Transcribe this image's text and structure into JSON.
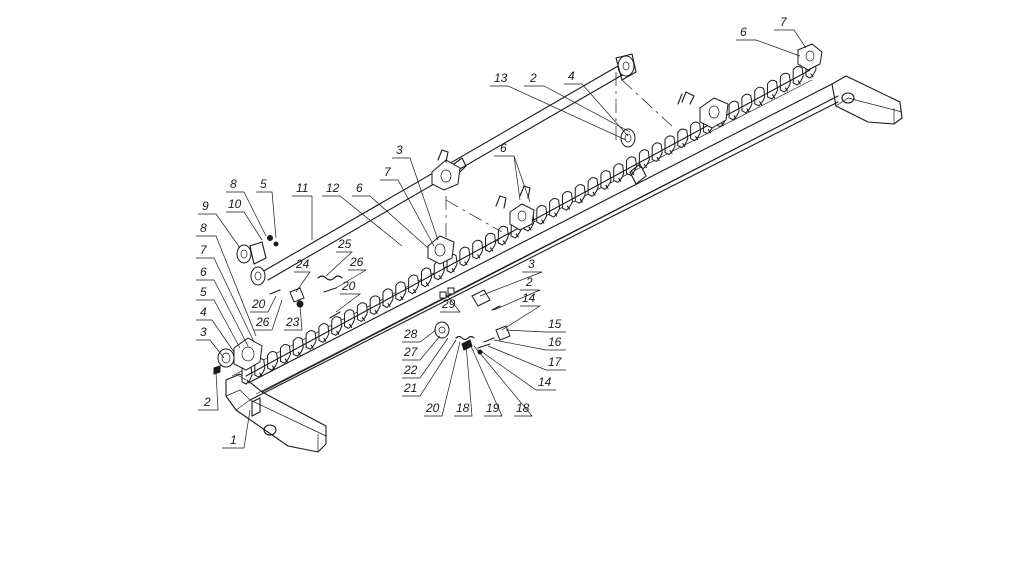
{
  "diagram": {
    "callouts": [
      {
        "id": "c1",
        "text": "1"
      },
      {
        "id": "c2a",
        "text": "2"
      },
      {
        "id": "c3a",
        "text": "3"
      },
      {
        "id": "c4a",
        "text": "4"
      },
      {
        "id": "c5a",
        "text": "5"
      },
      {
        "id": "c6a",
        "text": "6"
      },
      {
        "id": "c7a",
        "text": "7"
      },
      {
        "id": "c8a",
        "text": "8"
      },
      {
        "id": "c9",
        "text": "9"
      },
      {
        "id": "c10",
        "text": "10"
      },
      {
        "id": "c8b",
        "text": "8"
      },
      {
        "id": "c5b",
        "text": "5"
      },
      {
        "id": "c11",
        "text": "11"
      },
      {
        "id": "c12",
        "text": "12"
      },
      {
        "id": "c6b",
        "text": "6"
      },
      {
        "id": "c7b",
        "text": "7"
      },
      {
        "id": "c3b",
        "text": "3"
      },
      {
        "id": "c13",
        "text": "13"
      },
      {
        "id": "c2b",
        "text": "2"
      },
      {
        "id": "c4b",
        "text": "4"
      },
      {
        "id": "c6c",
        "text": "6"
      },
      {
        "id": "c7c",
        "text": "7"
      },
      {
        "id": "c6d",
        "text": "6"
      },
      {
        "id": "c25",
        "text": "25"
      },
      {
        "id": "c24",
        "text": "24"
      },
      {
        "id": "c26a",
        "text": "26"
      },
      {
        "id": "c20a",
        "text": "20"
      },
      {
        "id": "c20b",
        "text": "20"
      },
      {
        "id": "c26b",
        "text": "26"
      },
      {
        "id": "c23",
        "text": "23"
      },
      {
        "id": "c3c",
        "text": "3"
      },
      {
        "id": "c2c",
        "text": "2"
      },
      {
        "id": "c14a",
        "text": "14"
      },
      {
        "id": "c29",
        "text": "29"
      },
      {
        "id": "c15",
        "text": "15"
      },
      {
        "id": "c16",
        "text": "16"
      },
      {
        "id": "c17",
        "text": "17"
      },
      {
        "id": "c14b",
        "text": "14"
      },
      {
        "id": "c28",
        "text": "28"
      },
      {
        "id": "c27",
        "text": "27"
      },
      {
        "id": "c22",
        "text": "22"
      },
      {
        "id": "c21",
        "text": "21"
      },
      {
        "id": "c20c",
        "text": "20"
      },
      {
        "id": "c18a",
        "text": "18"
      },
      {
        "id": "c19",
        "text": "19"
      },
      {
        "id": "c18b",
        "text": "18"
      }
    ]
  }
}
